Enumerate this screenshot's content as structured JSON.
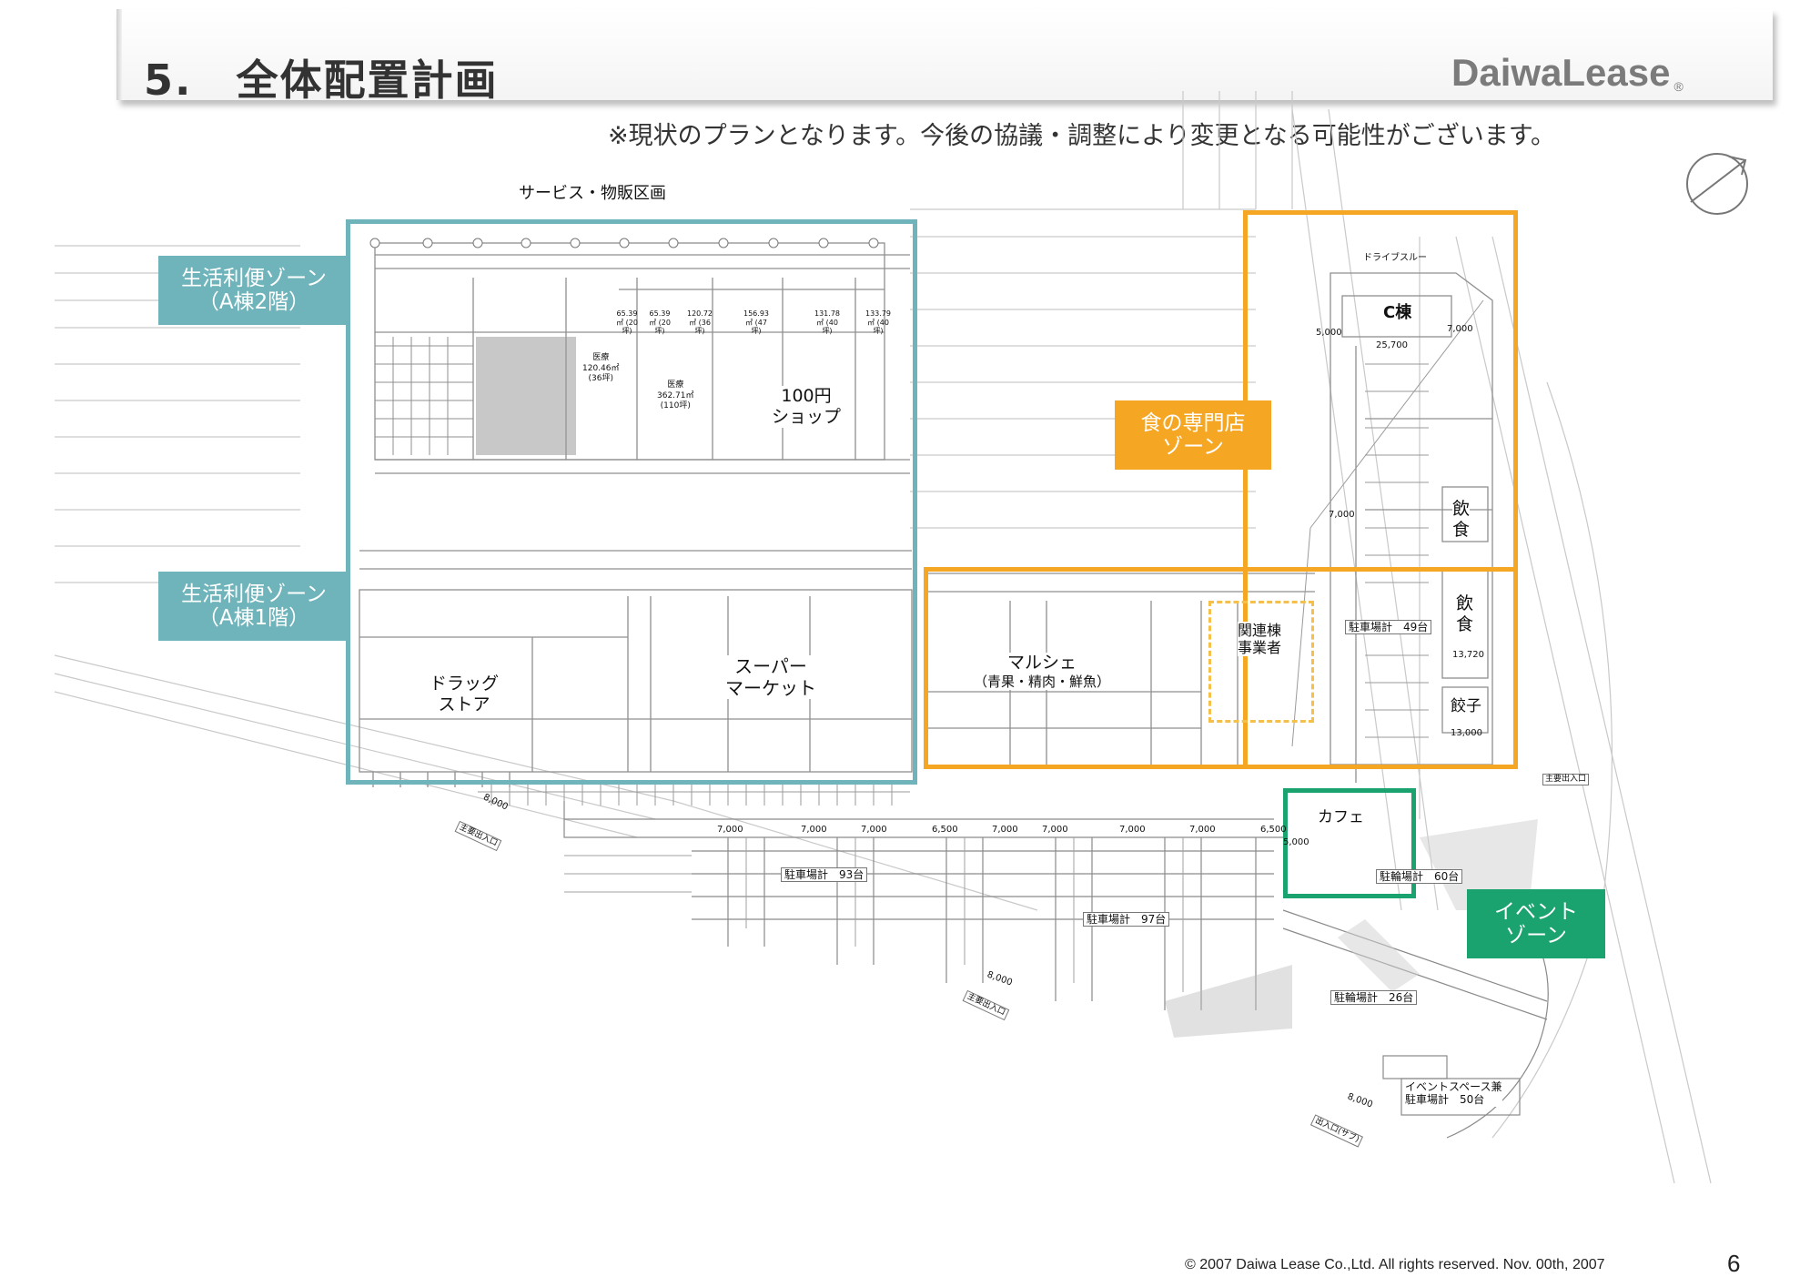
{
  "header": {
    "title": "5.　全体配置計画",
    "logo_text": "DaiwaLease",
    "logo_mark": "®",
    "note": "※現状のプランとなります。今後の協議・調整により変更となる可能性がございます。"
  },
  "colors": {
    "teal": "#6fb4bb",
    "orange": "#f5a623",
    "green": "#1aa36f",
    "drawing_line": "#9a9a9a"
  },
  "zones": {
    "service_caption": "サービス・物販区画",
    "a2": {
      "line1": "生活利便ゾーン",
      "line2": "（A棟2階）"
    },
    "a1": {
      "line1": "生活利便ゾーン",
      "line2": "（A棟1階）"
    },
    "food": {
      "line1": "食の専門店",
      "line2": "ゾーン"
    },
    "event": {
      "line1": "イベント",
      "line2": "ゾーン"
    }
  },
  "labels": {
    "hyakuen": {
      "line1": "100円",
      "line2": "ショップ"
    },
    "drug": {
      "line1": "ドラッグ",
      "line2": "ストア"
    },
    "super": {
      "line1": "スーパー",
      "line2": "マーケット"
    },
    "marche": {
      "line1": "マルシェ",
      "line2": "（青果・精肉・鮮魚）"
    },
    "kanren": {
      "line1": "関連棟",
      "line2": "事業者"
    },
    "inshoku1": {
      "line1": "飲",
      "line2": "食"
    },
    "inshoku2": {
      "line1": "飲",
      "line2": "食"
    },
    "gyoza": "餃子",
    "cafe": "カフェ",
    "c_building": "C棟",
    "drive_thru": "ドライブスルー",
    "medical1": {
      "line1": "医療",
      "line2": "120.46㎡",
      "line3": "(36坪)"
    },
    "medical2": {
      "line1": "医療",
      "line2": "362.71㎡",
      "line3": "(110坪)"
    },
    "parking_main": "駐車場計　93台",
    "parking_97": "駐車場計　97台",
    "parking_49": "駐車場計　49台",
    "parking_60": "駐輪場計　60台",
    "bicycle_26": "駐輪場計　26台",
    "event_space": {
      "line1": "イベントスペース兼",
      "line2": "駐車場計　50台"
    },
    "main_entrance": "主要出入口",
    "entrance_sub": "出入口(サブ)",
    "units": [
      "65.39㎡ (20坪)",
      "65.39㎡ (20坪)",
      "120.72㎡ (36坪)",
      "156.93㎡ (47坪)",
      "131.78㎡ (40坪)",
      "133.79㎡ (40坪)"
    ]
  },
  "dims": {
    "d7000": "7,000",
    "d8000": "8,000",
    "d6500": "6,500",
    "d5000": "5,000",
    "d25700": "25,700",
    "d13720": "13,720",
    "d13000": "13,000"
  },
  "footer": {
    "copyright": "© 2007 Daiwa Lease Co.,Ltd. All rights reserved.  Nov. 00th, 2007",
    "page": "6"
  }
}
